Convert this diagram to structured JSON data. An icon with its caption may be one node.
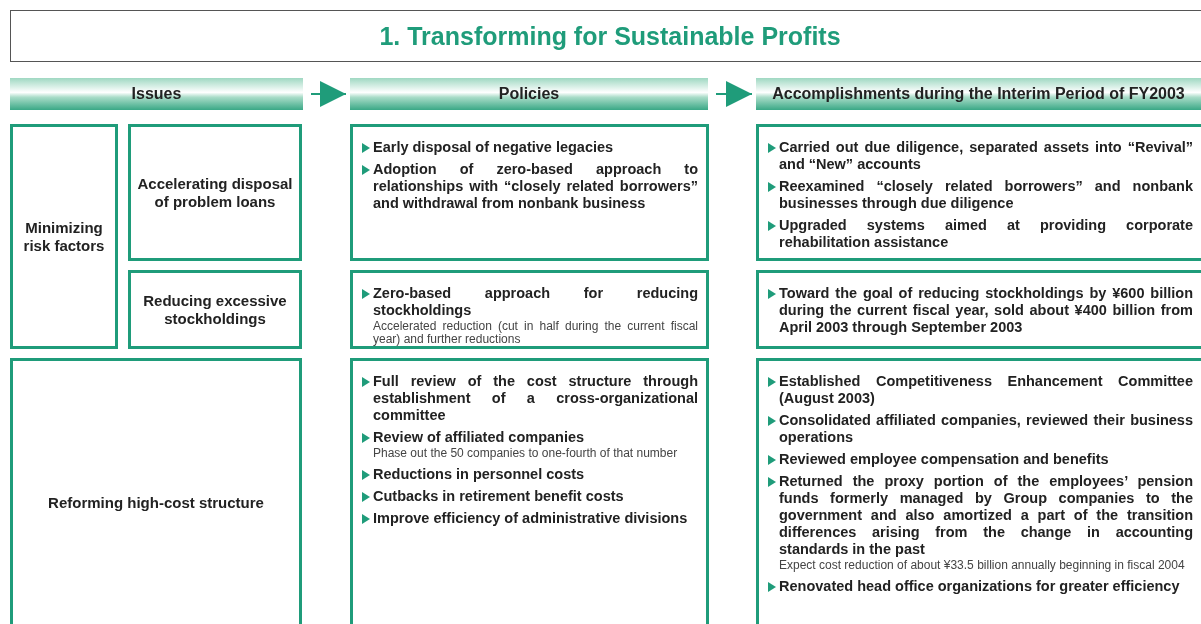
{
  "diagram": {
    "title": "1. Transforming for Sustainable Profits",
    "nodes": [
      {
        "text": [
          "Issues"
        ]
      },
      {
        "text": [
          "Policies"
        ]
      },
      {
        "text": [
          "Accomplishments during the Interim Period of FY2003"
        ]
      },
      {
        "text": [
          "Minimizing risk factors"
        ]
      },
      {
        "text": [
          "Accelerating disposal of problem loans"
        ]
      },
      {
        "text": [
          "Reducing excessive stockholdings"
        ]
      },
      {
        "text": [
          "Reforming high-cost structure"
        ]
      },
      {
        "text": [
          "Early disposal of negative legacies",
          "Adoption of zero-based approach to relationships with “closely related borrowers” and withdrawal from nonbank business"
        ]
      },
      {
        "text": [
          "Zero-based approach for reducing stockholdings",
          "Accelerated reduction (cut in half during the current fiscal year) and further reductions"
        ]
      },
      {
        "text": [
          "Full review of the cost structure through establishment of a cross-organizational committee",
          "Review of affiliated companies",
          "Phase out the 50 companies to one-fourth of that number",
          "Reductions in personnel costs",
          "Cutbacks in retirement benefit costs",
          "Improve efficiency of administrative divisions"
        ]
      },
      {
        "text": [
          "Carried out due diligence, separated assets into “Revival” and “New” accounts",
          "Reexamined “closely related borrowers” and nonbank businesses through due diligence",
          "Upgraded systems aimed at providing corporate rehabilitation assistance"
        ]
      },
      {
        "text": [
          "Toward the goal of reducing stockholdings by ¥600 billion during the current fiscal year, sold about ¥400 billion from April 2003 through September 2003"
        ]
      },
      {
        "text": [
          "Established Competitiveness Enhancement Committee (August 2003)",
          "Consolidated affiliated companies, reviewed their business operations",
          "Reviewed employee compensation and benefits",
          "Returned the proxy portion of the employees’ pension funds formerly managed by Group companies to the government and also amortized a part of the transition differences arising from the change in accounting standards in the past",
          "Expect cost reduction of about ¥33.5 billion annually beginning in fiscal 2004",
          "Renovated head office organizations for greater efficiency"
        ]
      }
    ],
    "edges": [
      {
        "from": 0,
        "to": 1,
        "arrow": "to"
      },
      {
        "from": 1,
        "to": 2,
        "arrow": "to"
      }
    ]
  }
}
